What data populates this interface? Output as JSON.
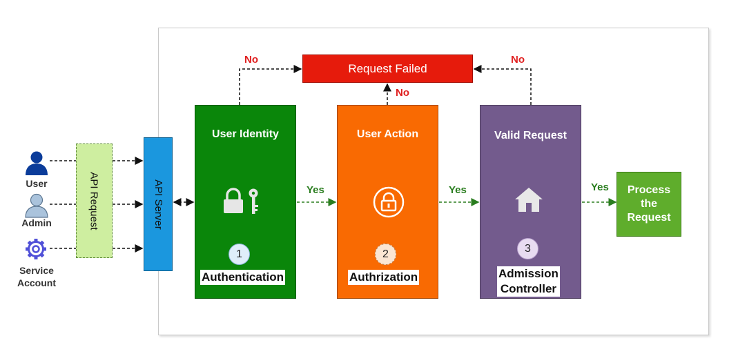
{
  "actors": [
    {
      "label": "User",
      "icon": "user-icon"
    },
    {
      "label": "Admin",
      "icon": "admin-icon"
    },
    {
      "label": "Service Account",
      "label_line1": "Service",
      "label_line2": "Account",
      "icon": "service-account-gear-icon"
    }
  ],
  "api_request": {
    "label": "API Request"
  },
  "api_server": {
    "label": "API Server"
  },
  "request_failed": {
    "label": "Request Failed"
  },
  "stages": {
    "authentication": {
      "title": "User Identity",
      "step": "1",
      "caption": "Authentication",
      "color": "#0a860a"
    },
    "authorization": {
      "title": "User Action",
      "step": "2",
      "caption": "Authrization",
      "color": "#f96a02"
    },
    "admission": {
      "title": "Valid Request",
      "step": "3",
      "caption_line1": "Admission",
      "caption_line2": "Controller",
      "color": "#735b8d"
    }
  },
  "process": {
    "line1": "Process",
    "line2": "the",
    "line3": "Request",
    "color": "#5fad2c"
  },
  "edge_labels": {
    "no": "No",
    "yes": "Yes"
  },
  "colors": {
    "failed": "#e61b0c",
    "api_request": "#ceeea0",
    "api_server": "#1b97de",
    "no": "#e02020",
    "yes": "#2a7d1f"
  }
}
